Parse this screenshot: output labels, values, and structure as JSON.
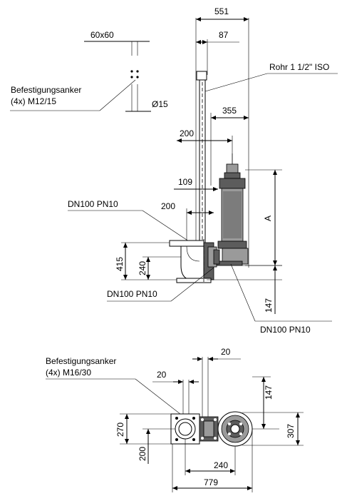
{
  "side_view": {
    "dim_551": "551",
    "dim_87": "87",
    "dim_60x60": "60x60",
    "anchor_label_1": "Befestigungsanker",
    "anchor_label_2": "(4x) M12/15",
    "dim_d15": "Ø15",
    "pipe_label": "Rohr 1 1/2\" ISO",
    "dim_355": "355",
    "dim_200_a": "200",
    "dim_109": "109",
    "flange_top": "DN100 PN10",
    "dim_200_b": "200",
    "dim_A": "A",
    "dim_415": "415",
    "dim_240": "240",
    "flange_bottom": "DN100 PN10",
    "dim_147": "147",
    "flange_pump": "DN100 PN10"
  },
  "top_view": {
    "anchor_label_1": "Befestigungsanker",
    "anchor_label_2": "(4x) M16/30",
    "dim_20_a": "20",
    "dim_20_b": "20",
    "dim_147": "147",
    "dim_270": "270",
    "dim_307": "307",
    "dim_200": "200",
    "dim_240": "240",
    "dim_779": "779"
  }
}
